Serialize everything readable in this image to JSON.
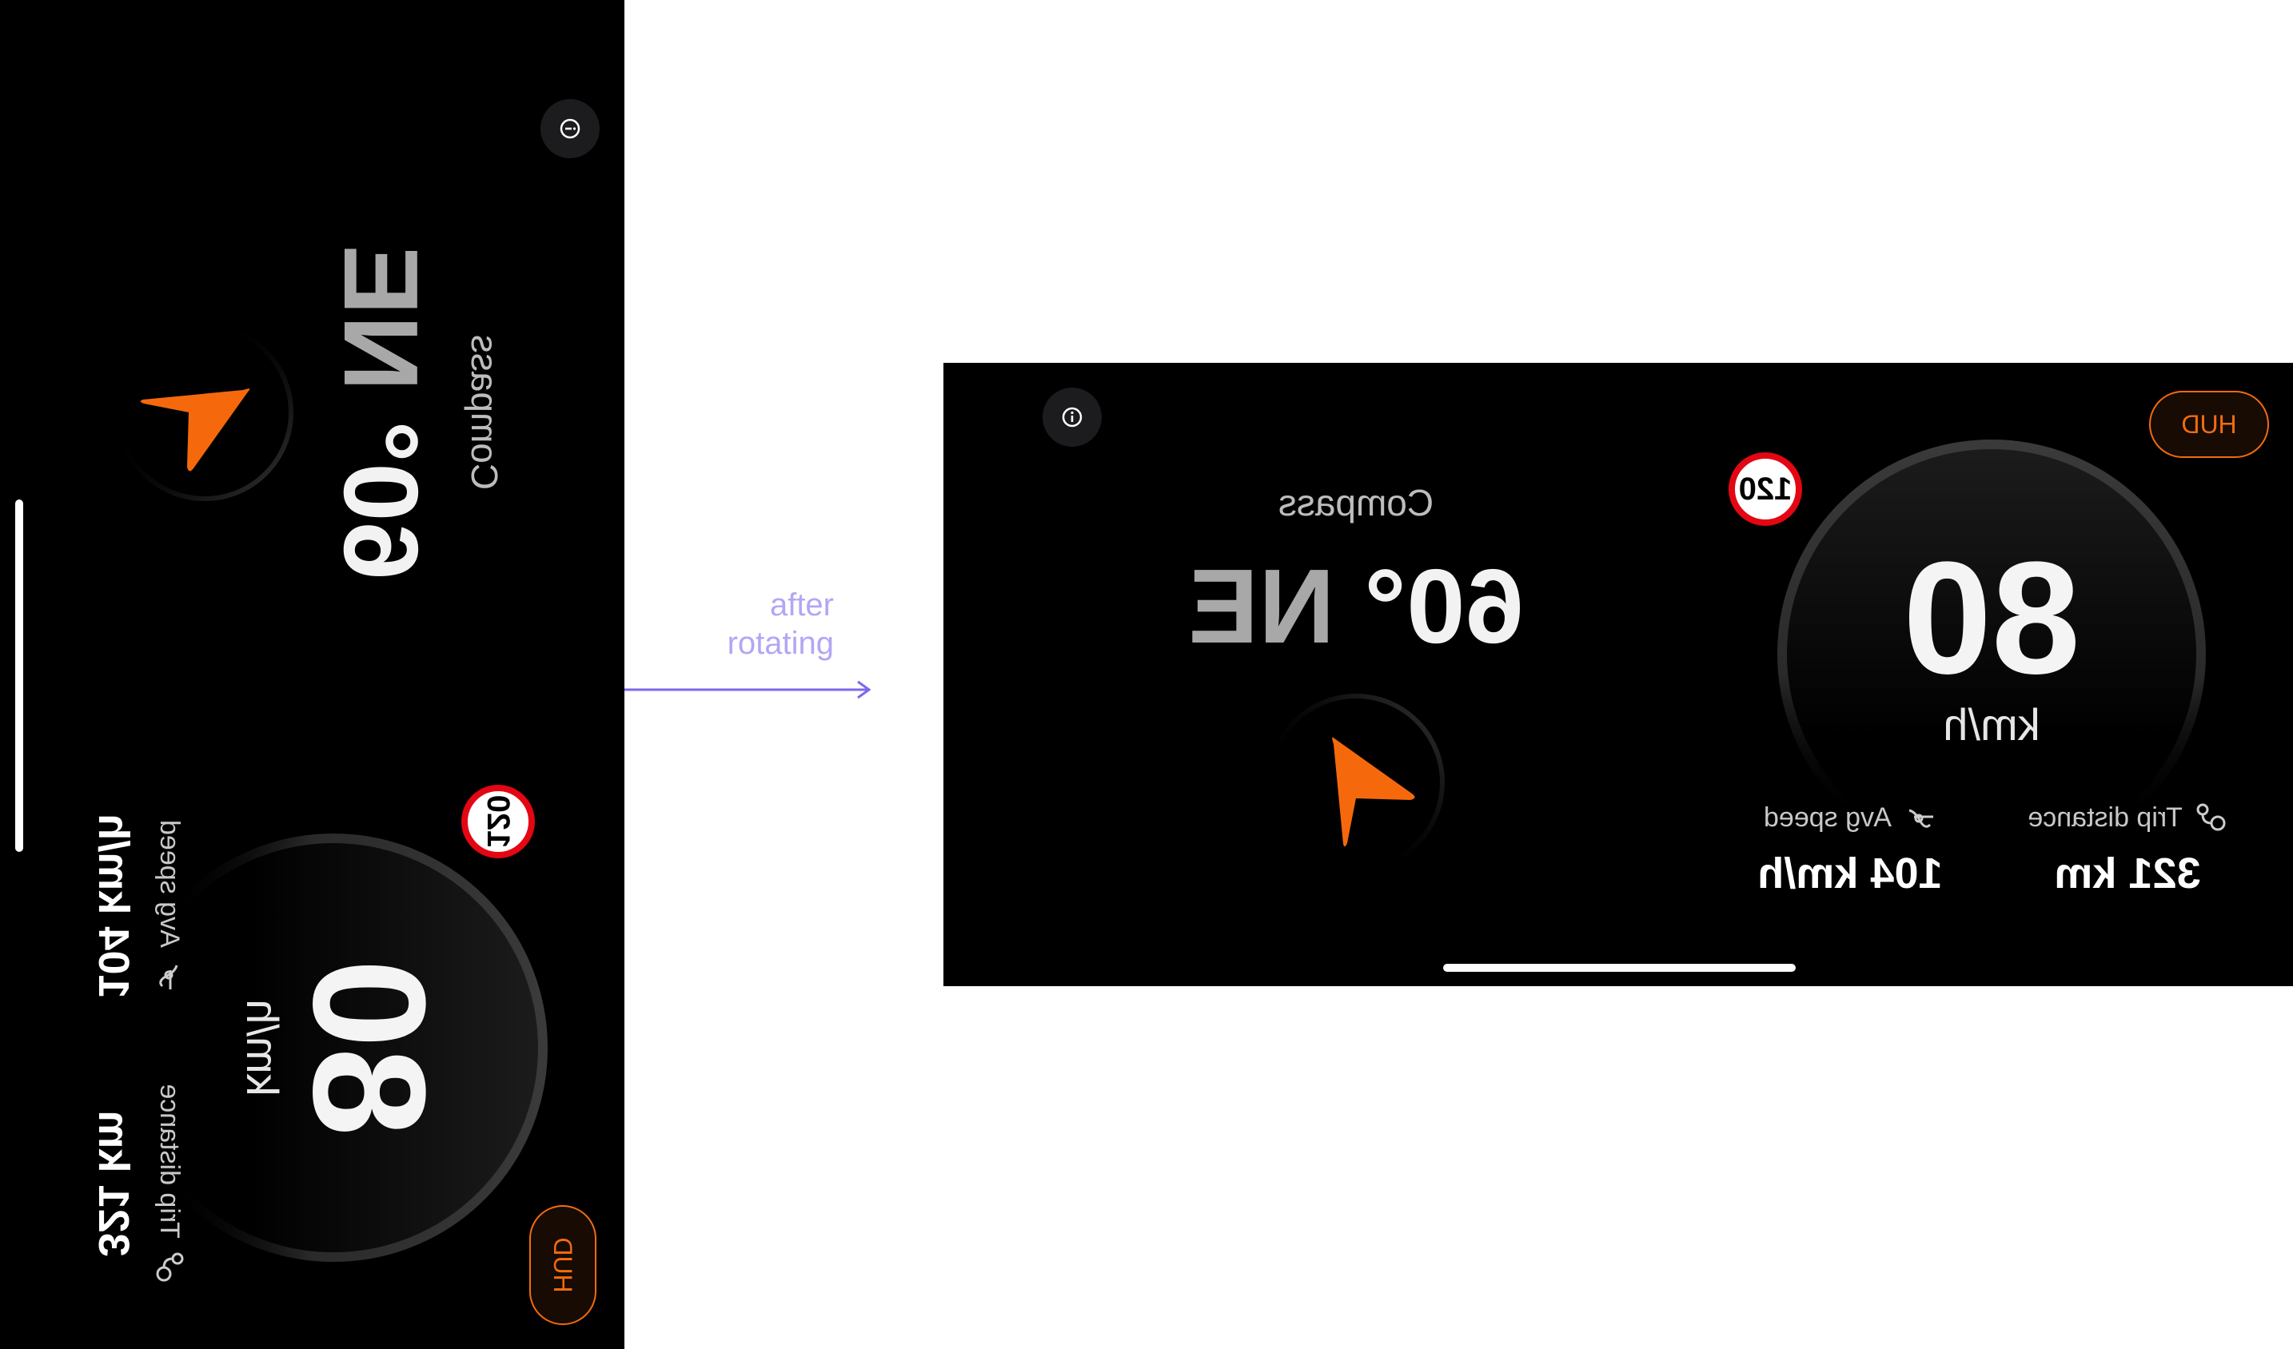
{
  "dashboard": {
    "hud_label": "HUD",
    "info_icon": "info-icon",
    "speed": {
      "value": "80",
      "unit": "km/h"
    },
    "speed_limit": "120",
    "compass": {
      "label": "Compass",
      "degrees": "60°",
      "direction": "NE"
    },
    "stats": {
      "trip": {
        "label": "Trip distance",
        "value": "321 km",
        "icon": "route-icon"
      },
      "avg": {
        "label": "Avg speed",
        "value": "104 km/h",
        "icon": "speed-icon"
      }
    }
  },
  "annotation": {
    "line1": "after",
    "line2": "rotating"
  },
  "colors": {
    "accent": "#f26b0f",
    "limit_ring": "#e30613",
    "annotation": "#7b68ee"
  }
}
